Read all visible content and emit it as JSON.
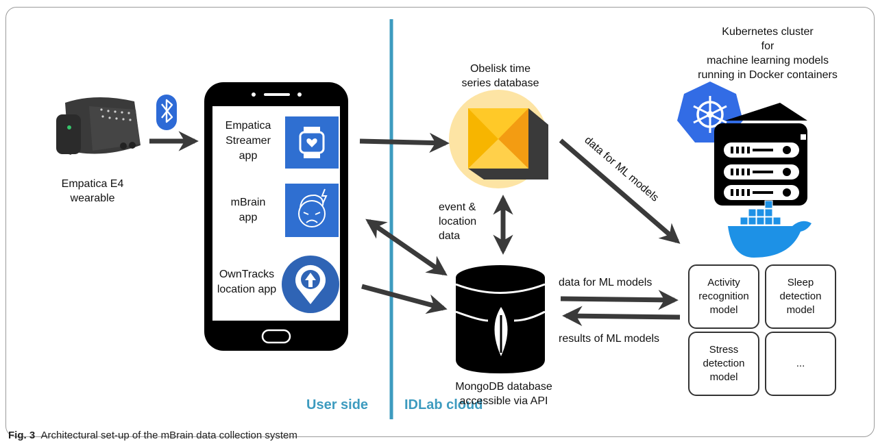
{
  "wearable": {
    "label": "Empatica E4\nwearable",
    "icon": "bluetooth-icon"
  },
  "phone": {
    "apps": [
      {
        "label": "Empatica\nStreamer\napp",
        "icon": "smartwatch-heart-icon"
      },
      {
        "label": "mBrain\napp",
        "icon": "headache-face-icon"
      },
      {
        "label": "OwnTracks\nlocation app",
        "icon": "location-upload-icon"
      }
    ]
  },
  "divider": {
    "user_side": "User side",
    "cloud": "IDLab cloud",
    "color": "#3d9bbf"
  },
  "obelisk": {
    "label": "Obelisk time\nseries database"
  },
  "event_data": {
    "label": "event &\nlocation\ndata"
  },
  "mongodb": {
    "label": "MongoDB database\naccessible via API"
  },
  "kubernetes": {
    "label": "Kubernetes cluster\nfor\nmachine learning models\nrunning in Docker containers"
  },
  "arrows": {
    "obelisk_to_ml": "data for ML models",
    "mongo_to_ml": "data for ML models",
    "ml_to_mongo": "results of ML models"
  },
  "models": [
    {
      "label": "Activity\nrecognition\nmodel"
    },
    {
      "label": "Sleep\ndetection\nmodel"
    },
    {
      "label": "Stress\ndetection\nmodel"
    },
    {
      "label": "..."
    }
  ],
  "caption": {
    "fig": "Fig. 3",
    "text": "Architectural set-up of the mBrain data collection system"
  }
}
